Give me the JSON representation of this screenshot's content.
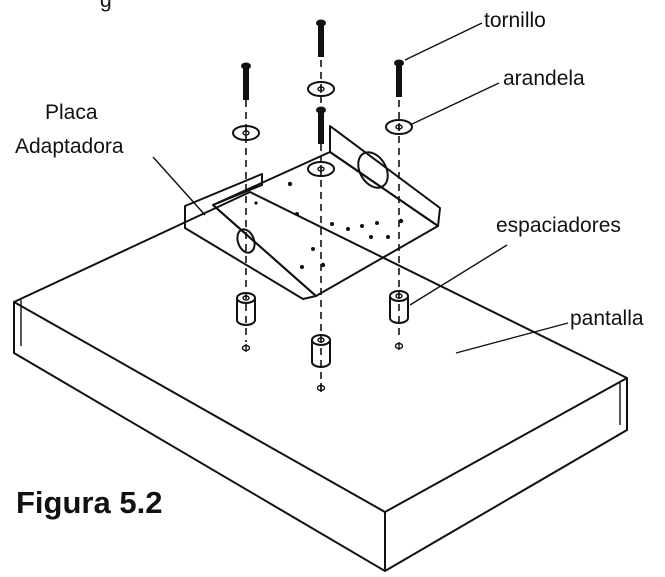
{
  "labels": {
    "top_partial": "g",
    "tornillo": "tornillo",
    "arandela": "arandela",
    "placa_line1": "Placa",
    "placa_line2": "Adaptadora",
    "espaciadores": "espaciadores",
    "pantalla": "pantalla"
  },
  "figure_caption": "Figura 5.2"
}
